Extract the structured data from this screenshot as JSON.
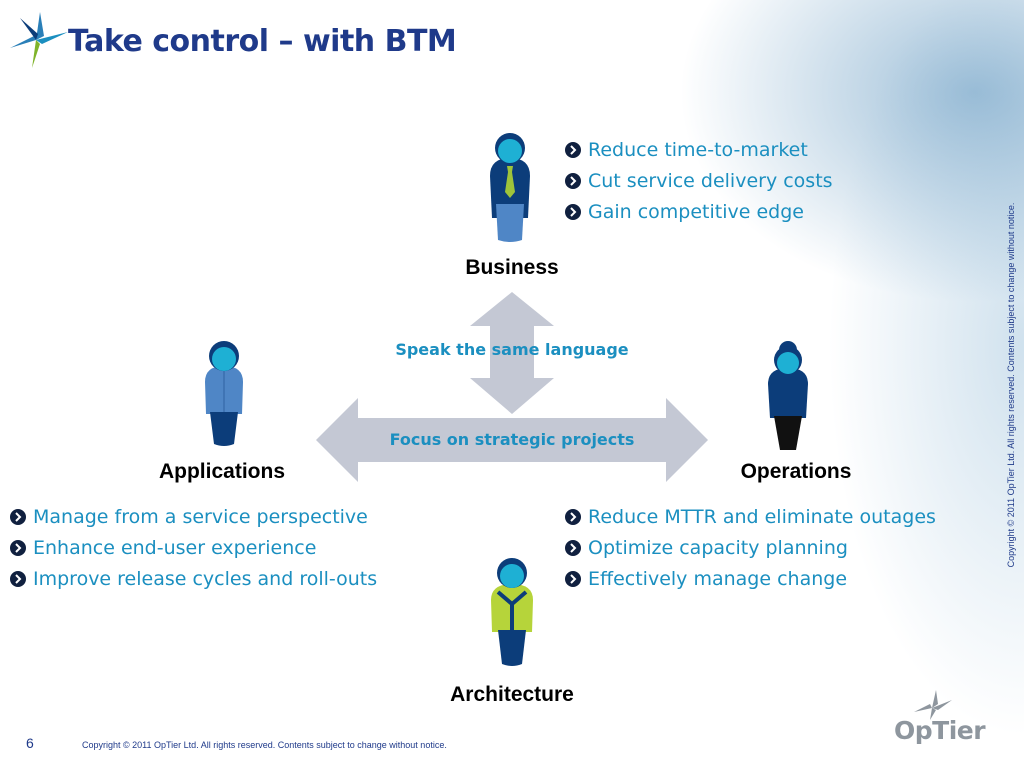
{
  "slide": {
    "title": "Take control – with BTM",
    "page_number": "6",
    "footer": "Copyright ©  2011 OpTier  Ltd. All rights reserved. Contents subject to change without notice.",
    "vertical_copyright": "Copyright ©  2011 OpTier  Ltd. All rights reserved. Contents subject to change without notice.",
    "brand": "OpTier"
  },
  "center": {
    "vertical_arrow_text": "Speak the same language",
    "horizontal_arrow_text": "Focus on strategic projects"
  },
  "roles": {
    "business": {
      "label": "Business",
      "bullets": [
        "Reduce time-to-market",
        "Cut service delivery costs",
        "Gain competitive edge"
      ]
    },
    "applications": {
      "label": "Applications",
      "bullets": [
        "Manage from a service perspective",
        "Enhance end-user experience",
        "Improve release cycles and roll-outs"
      ]
    },
    "operations": {
      "label": "Operations",
      "bullets": [
        "Reduce MTTR and eliminate outages",
        "Optimize capacity planning",
        "Effectively manage change"
      ]
    },
    "architecture": {
      "label": "Architecture"
    }
  },
  "icons": {
    "logo": "star-logo-icon",
    "bullet": "chevron-right-bullet-icon",
    "persons": [
      "business-person-icon",
      "applications-person-icon",
      "operations-person-icon",
      "architecture-person-icon"
    ]
  },
  "colors": {
    "title": "#1f3a8a",
    "bullet_text": "#1b8fc0",
    "arrow_fill": "#c4c8d4",
    "person_dark": "#0c3d7a",
    "person_light": "#4f86c6",
    "person_head": "#1eb0d4",
    "tie_green": "#9fc43a",
    "vest_green": "#b6d43a"
  }
}
